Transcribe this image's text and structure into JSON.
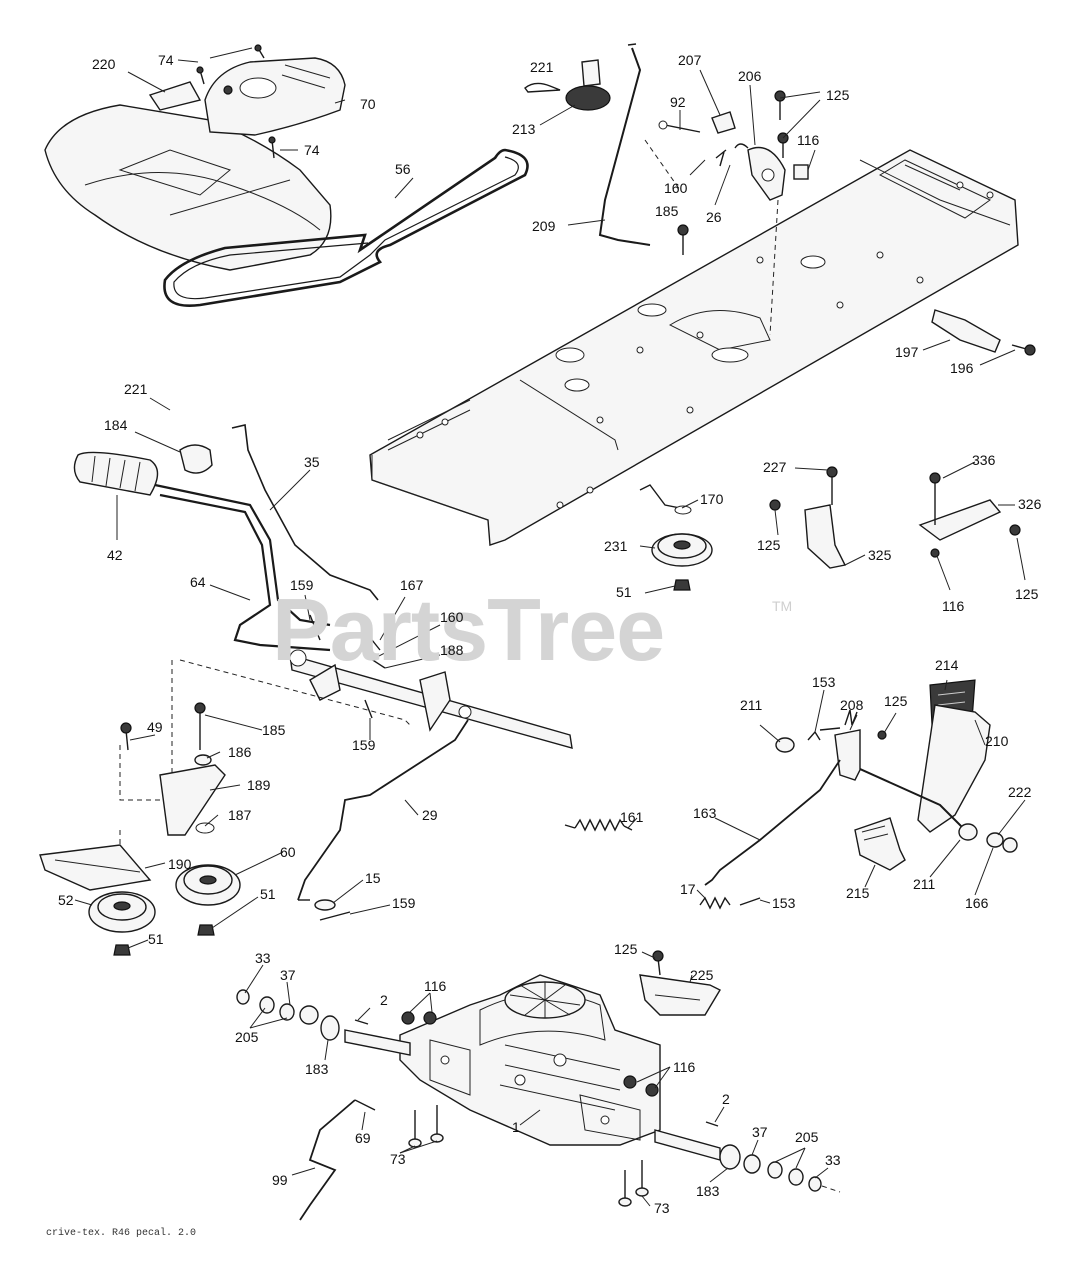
{
  "watermark": {
    "text": "PartsTree",
    "trademark": "TM"
  },
  "caption": "crive-tex. R46 pecal. 2.0",
  "callouts": {
    "c220": "220",
    "c74a": "74",
    "c70": "70",
    "c74b": "74",
    "c56": "56",
    "c221a": "221",
    "c213": "213",
    "c92": "92",
    "c207": "207",
    "c206": "206",
    "c125a": "125",
    "c116a": "116",
    "c160a": "160",
    "c26": "26",
    "c209": "209",
    "c185a": "185",
    "c197": "197",
    "c196": "196",
    "c221b": "221",
    "c184": "184",
    "c35": "35",
    "c42": "42",
    "c227": "227",
    "c170": "170",
    "c336": "336",
    "c326": "326",
    "c231": "231",
    "c125b": "125",
    "c325": "325",
    "c51a": "51",
    "c116b": "116",
    "c125c": "125",
    "c64": "64",
    "c159a": "159",
    "c167": "167",
    "c160b": "160",
    "c188": "188",
    "c159b": "159",
    "c214": "214",
    "c153a": "153",
    "c211a": "211",
    "c208": "208",
    "c125d": "125",
    "c210": "210",
    "c222": "222",
    "c49": "49",
    "c185b": "185",
    "c186": "186",
    "c189": "189",
    "c187": "187",
    "c29": "29",
    "c161": "161",
    "c163": "163",
    "c190": "190",
    "c60": "60",
    "c52": "52",
    "c51b": "51",
    "c51c": "51",
    "c15": "15",
    "c159c": "159",
    "c17": "17",
    "c153b": "153",
    "c215": "215",
    "c211b": "211",
    "c166": "166",
    "c125e": "125",
    "c225": "225",
    "c33a": "33",
    "c37a": "37",
    "c2a": "2",
    "c116c": "116",
    "c205a": "205",
    "c183a": "183",
    "c116d": "116",
    "c69": "69",
    "c1": "1",
    "c2b": "2",
    "c73a": "73",
    "c99": "99",
    "c37b": "37",
    "c205b": "205",
    "c33b": "33",
    "c183b": "183",
    "c73b": "73"
  }
}
